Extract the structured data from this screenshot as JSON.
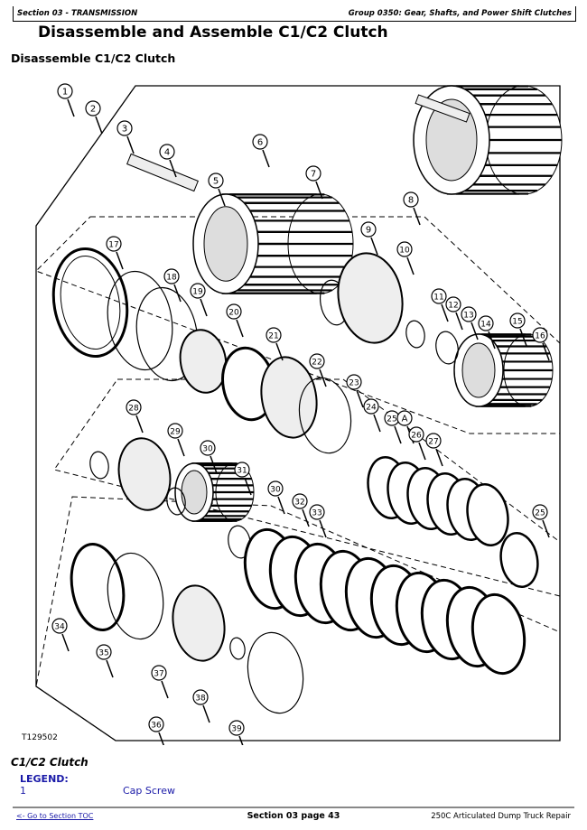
{
  "header": {
    "section": "Section 03 - TRANSMISSION",
    "group": "Group 0350: Gear, Shafts, and Power Shift Clutches"
  },
  "title": "Disassemble and Assemble C1/C2 Clutch",
  "subtitle": "Disassemble C1/C2 Clutch",
  "figure": {
    "id": "T129502",
    "callouts": [
      "1",
      "2",
      "3",
      "4",
      "5",
      "6",
      "7",
      "8",
      "9",
      "10",
      "11",
      "12",
      "13",
      "14",
      "15",
      "16",
      "17",
      "18",
      "19",
      "20",
      "21",
      "22",
      "23",
      "24",
      "25",
      "A",
      "26",
      "27",
      "28",
      "29",
      "30",
      "31",
      "30",
      "32",
      "33",
      "25",
      "34",
      "35",
      "36",
      "37",
      "38",
      "39"
    ]
  },
  "caption": "C1/C2 Clutch",
  "legend": {
    "heading": "LEGEND:",
    "items": [
      {
        "num": "1",
        "text": "Cap Screw"
      }
    ]
  },
  "footer": {
    "toc_link": "<- Go to Section TOC",
    "page": "Section 03 page 43",
    "book": "250C Articulated Dump Truck Repair"
  }
}
